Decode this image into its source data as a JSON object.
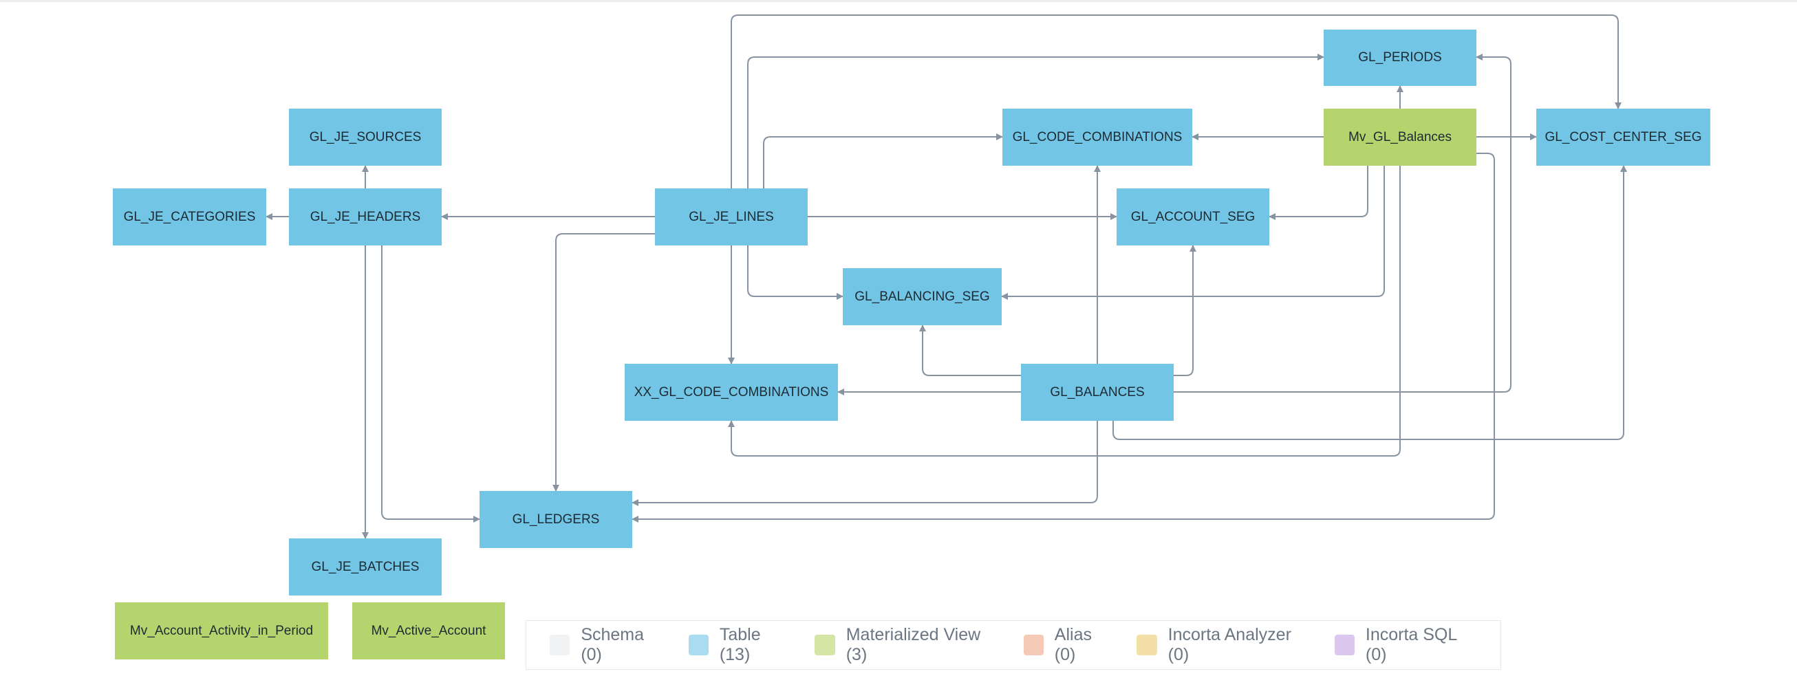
{
  "colors": {
    "table": "#73c5e5",
    "materialized_view": "#b6d46e",
    "edge": "#8793a0"
  },
  "nodes": [
    {
      "id": "gl_periods",
      "label": "GL_PERIODS",
      "kind": "table"
    },
    {
      "id": "gl_code_combinations",
      "label": "GL_CODE_COMBINATIONS",
      "kind": "table"
    },
    {
      "id": "mv_gl_balances",
      "label": "Mv_GL_Balances",
      "kind": "mview"
    },
    {
      "id": "gl_cost_center_seg",
      "label": "GL_COST_CENTER_SEG",
      "kind": "table"
    },
    {
      "id": "gl_je_sources",
      "label": "GL_JE_SOURCES",
      "kind": "table"
    },
    {
      "id": "gl_je_categories",
      "label": "GL_JE_CATEGORIES",
      "kind": "table"
    },
    {
      "id": "gl_je_headers",
      "label": "GL_JE_HEADERS",
      "kind": "table"
    },
    {
      "id": "gl_je_lines",
      "label": "GL_JE_LINES",
      "kind": "table"
    },
    {
      "id": "gl_account_seg",
      "label": "GL_ACCOUNT_SEG",
      "kind": "table"
    },
    {
      "id": "gl_balancing_seg",
      "label": "GL_BALANCING_SEG",
      "kind": "table"
    },
    {
      "id": "xx_gl_code_combinations",
      "label": "XX_GL_CODE_COMBINATIONS",
      "kind": "table"
    },
    {
      "id": "gl_balances",
      "label": "GL_BALANCES",
      "kind": "table"
    },
    {
      "id": "gl_ledgers",
      "label": "GL_LEDGERS",
      "kind": "table"
    },
    {
      "id": "gl_je_batches",
      "label": "GL_JE_BATCHES",
      "kind": "table"
    },
    {
      "id": "mv_account_activity_in_period",
      "label": "Mv_Account_Activity_in_Period",
      "kind": "mview"
    },
    {
      "id": "mv_active_account",
      "label": "Mv_Active_Account",
      "kind": "mview"
    }
  ],
  "edges": [
    {
      "from": "gl_je_lines",
      "to": "gl_cost_center_seg"
    },
    {
      "from": "gl_je_lines",
      "to": "gl_periods"
    },
    {
      "from": "gl_je_lines",
      "to": "gl_code_combinations"
    },
    {
      "from": "gl_je_lines",
      "to": "gl_je_headers"
    },
    {
      "from": "gl_je_lines",
      "to": "gl_account_seg"
    },
    {
      "from": "gl_je_lines",
      "to": "gl_balancing_seg"
    },
    {
      "from": "gl_je_lines",
      "to": "xx_gl_code_combinations"
    },
    {
      "from": "gl_je_lines",
      "to": "gl_ledgers"
    },
    {
      "from": "gl_je_headers",
      "to": "gl_je_sources"
    },
    {
      "from": "gl_je_headers",
      "to": "gl_je_categories"
    },
    {
      "from": "gl_je_headers",
      "to": "gl_je_batches"
    },
    {
      "from": "gl_je_headers",
      "to": "gl_ledgers"
    },
    {
      "from": "mv_gl_balances",
      "to": "gl_periods"
    },
    {
      "from": "mv_gl_balances",
      "to": "gl_code_combinations"
    },
    {
      "from": "mv_gl_balances",
      "to": "gl_cost_center_seg"
    },
    {
      "from": "mv_gl_balances",
      "to": "gl_account_seg"
    },
    {
      "from": "mv_gl_balances",
      "to": "gl_balancing_seg"
    },
    {
      "from": "mv_gl_balances",
      "to": "xx_gl_code_combinations"
    },
    {
      "from": "mv_gl_balances",
      "to": "gl_ledgers"
    },
    {
      "from": "gl_balances",
      "to": "gl_code_combinations"
    },
    {
      "from": "gl_balances",
      "to": "gl_account_seg"
    },
    {
      "from": "gl_balances",
      "to": "gl_balancing_seg"
    },
    {
      "from": "gl_balances",
      "to": "xx_gl_code_combinations"
    },
    {
      "from": "gl_balances",
      "to": "gl_periods"
    },
    {
      "from": "gl_balances",
      "to": "gl_cost_center_seg"
    },
    {
      "from": "gl_balances",
      "to": "gl_ledgers"
    }
  ],
  "legend": [
    {
      "label": "Schema (0)",
      "color": "#f1f2f4",
      "icon": "schema-swatch"
    },
    {
      "label": "Table (13)",
      "color": "#a9dcf0",
      "icon": "table-swatch"
    },
    {
      "label": "Materialized View (3)",
      "color": "#d3e6a6",
      "icon": "materialized-view-swatch"
    },
    {
      "label": "Alias (0)",
      "color": "#f4c9b6",
      "icon": "alias-swatch"
    },
    {
      "label": "Incorta Analyzer (0)",
      "color": "#f4dfa6",
      "icon": "incorta-analyzer-swatch"
    },
    {
      "label": "Incorta SQL (0)",
      "color": "#dcc7ef",
      "icon": "incorta-sql-swatch"
    }
  ]
}
